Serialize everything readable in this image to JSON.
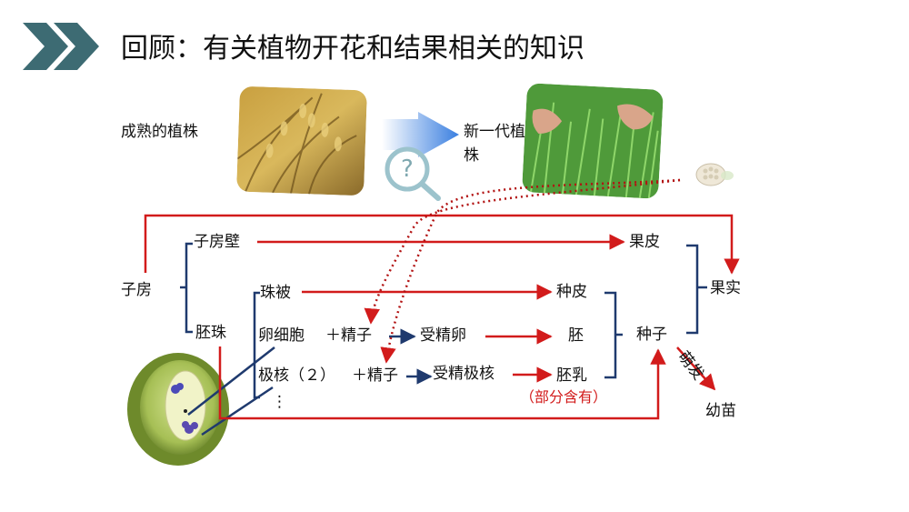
{
  "title": "回顾：有关植物开花和结果相关的知识",
  "images": {
    "mature_label": "成熟的植株",
    "new_label_line1": "新一代植",
    "new_label_line2": "株",
    "question_mark": "?"
  },
  "diagram": {
    "zifang": "子房",
    "zifangbi": "子房壁",
    "guopi": "果皮",
    "guoshi": "果实",
    "peizhu": "胚珠",
    "zhubei": "珠被",
    "zhongpi": "种皮",
    "luanxibao": "卵细胞",
    "jingzi_plus_1": "＋精子",
    "shoujingluan": "受精卵",
    "pei": "胚",
    "zhongzi": "种子",
    "jihe": "极核（２）",
    "jingzi_plus_2": "＋精子",
    "shoujingjihe": "受精极核",
    "peiru": "胚乳",
    "partial_note": "（部分含有）",
    "dots": "⋮",
    "mengfa": "萌发",
    "youmiao": "幼苗"
  },
  "colors": {
    "red": "#d21b1b",
    "navy": "#1f3a6e",
    "chevron": "#3d6b73",
    "darkred": "#b21212"
  }
}
